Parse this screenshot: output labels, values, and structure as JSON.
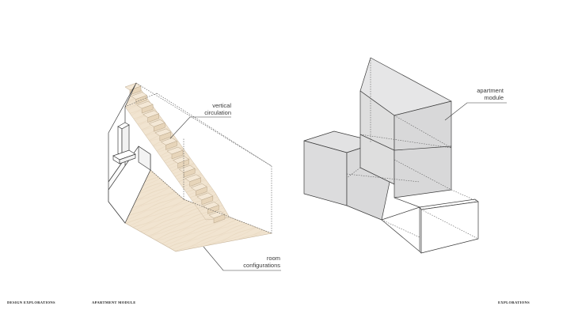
{
  "annotations": {
    "vertical_circulation": {
      "line1": "vertical",
      "line2": "circulation"
    },
    "room_configurations": {
      "line1": "room",
      "line2": "configurations"
    },
    "apartment_module": {
      "line1": "apartment",
      "line2": "module"
    }
  },
  "footer": {
    "left": "DESIGN EXPLORATIONS",
    "middle": "APARTMENT MODULE",
    "right": "EXPLORATIONS"
  },
  "colors": {
    "wood": "#f1e4d0",
    "wood_edge": "#c9b79d",
    "module_fill": "#e2e2e3",
    "line": "#3c3c3c",
    "text": "#3a3a3a"
  }
}
